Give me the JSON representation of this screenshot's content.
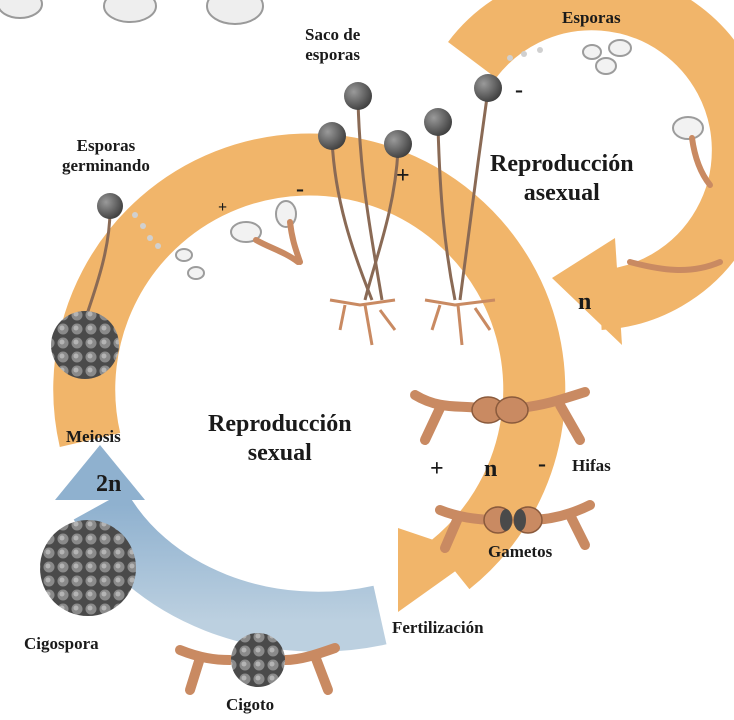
{
  "labels": {
    "esporas": "Esporas",
    "saco_de_esporas": "Saco de\nesporas",
    "esporas_germinando": "Esporas\ngerminando",
    "reproduccion_asexual": "Reproducción\nasexual",
    "reproduccion_sexual": "Reproducción\nsexual",
    "meiosis": "Meiosis",
    "hifas": "Hifas",
    "gametos": "Gametos",
    "fertilizacion": "Fertilización",
    "cigospora": "Cigospora",
    "cigoto": "Cigoto"
  },
  "ploidy": {
    "haploid_asexual": "n",
    "haploid_sexual": "n",
    "diploid": "2n"
  },
  "signs": {
    "plus_spore": "+",
    "minus_spore": "-",
    "plus_sac": "+",
    "minus_sac": "-",
    "minus_top_sac": "-",
    "plus_hypha": "+",
    "minus_hypha": "-"
  },
  "colors": {
    "haploid_arrow": "#f1b56a",
    "diploid_arrow": "#a9c3d9",
    "spore_sac": "#5a5a5a",
    "hypha": "#c98a62"
  }
}
